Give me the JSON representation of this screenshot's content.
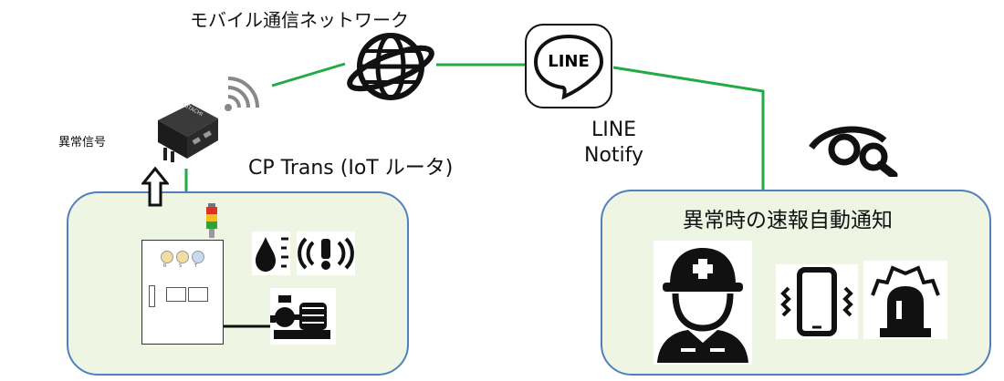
{
  "network_label": "モバイル通信ネットワーク",
  "line_logo_text": "LINE",
  "line_notify_label": [
    "LINE",
    "Notify"
  ],
  "abnormal_signal_label": "異常信号",
  "router_label": "CP Trans (IoT ルータ)",
  "router_brand": "HITACHI",
  "panel_lamp_letters": [
    "R",
    "S",
    "T"
  ],
  "notify_panel_title": "異常時の速報自動通知",
  "colors": {
    "link_green": "#22aa44",
    "panel_fill": "#eef5e3",
    "panel_border": "#4f81bd",
    "lamp_red": "#e03020",
    "lamp_yellow": "#f0c020",
    "lamp_green": "#30a040"
  },
  "icons": [
    "globe-icon",
    "line-app-icon",
    "wifi-signal-icon",
    "up-arrow-icon",
    "warning-lamp-icon",
    "water-drop-gauge-icon",
    "vibration-alert-icon",
    "pump-motor-icon",
    "eye-search-icon",
    "worker-helmet-icon",
    "vibrating-phone-icon",
    "rotating-beacon-icon"
  ]
}
